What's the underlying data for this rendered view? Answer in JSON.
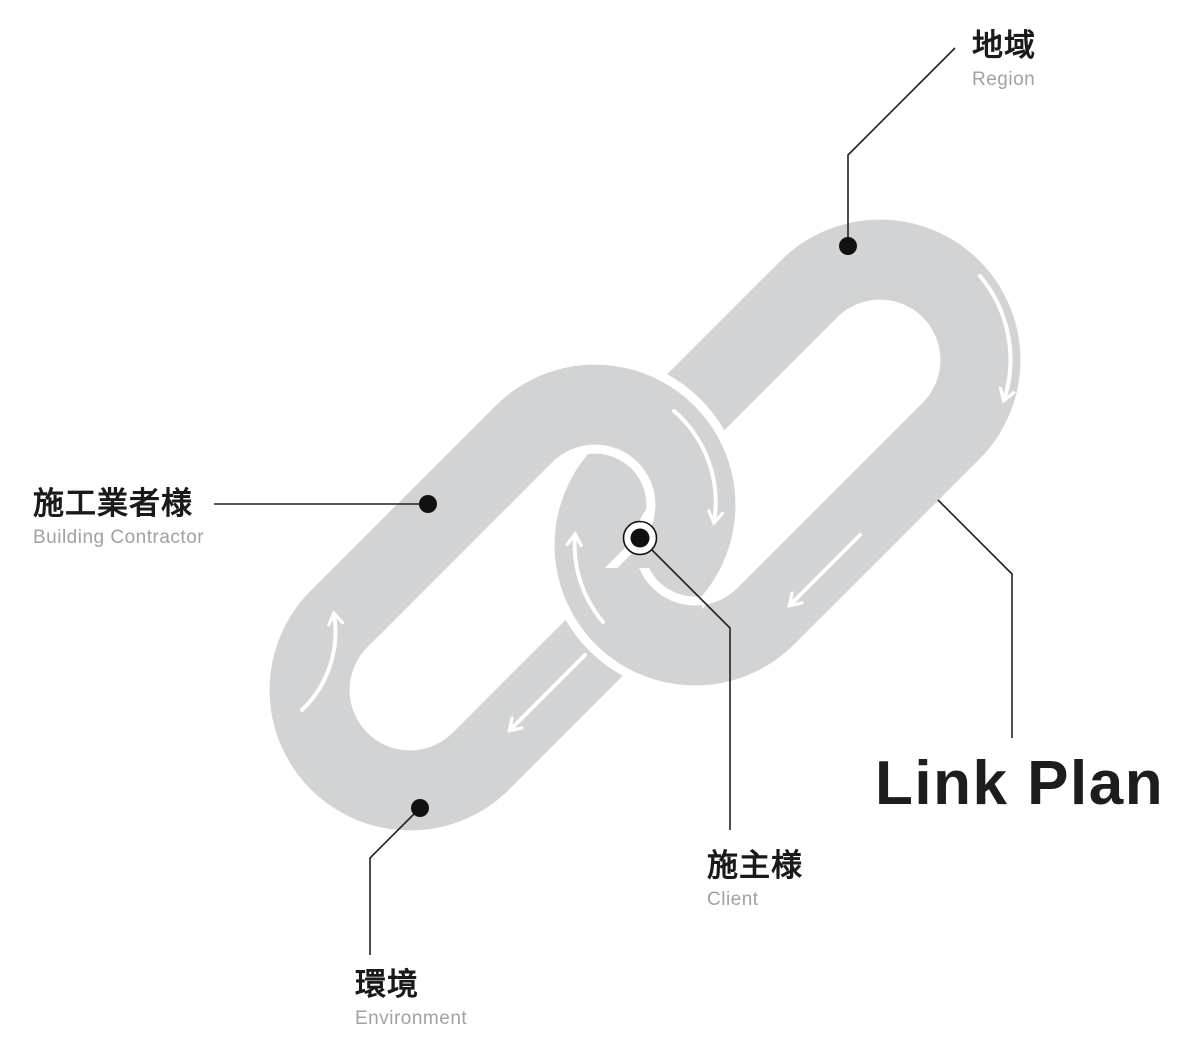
{
  "diagram": {
    "type": "interlocked-chain-links",
    "title": "Link Plan",
    "labels": {
      "region": {
        "jp": "地域",
        "en": "Region"
      },
      "contractor": {
        "jp": "施工業者様",
        "en": "Building Contractor"
      },
      "environment": {
        "jp": "環境",
        "en": "Environment"
      },
      "client": {
        "jp": "施主様",
        "en": "Client"
      }
    },
    "nodes_note": "region, contractor and environment are marked with solid black dots on the chain; client is marked with a ringed black dot inside the central link hole",
    "flow": "clockwise arrows on both links",
    "colors": {
      "chain": "#d2d3d4",
      "label_jp": "#1a1a1a",
      "label_en": "#9fa1a3",
      "line": "#222222",
      "dot": "#111111",
      "arrow": "#ffffff",
      "background": "#ffffff",
      "title": "#1d1d1f"
    }
  }
}
